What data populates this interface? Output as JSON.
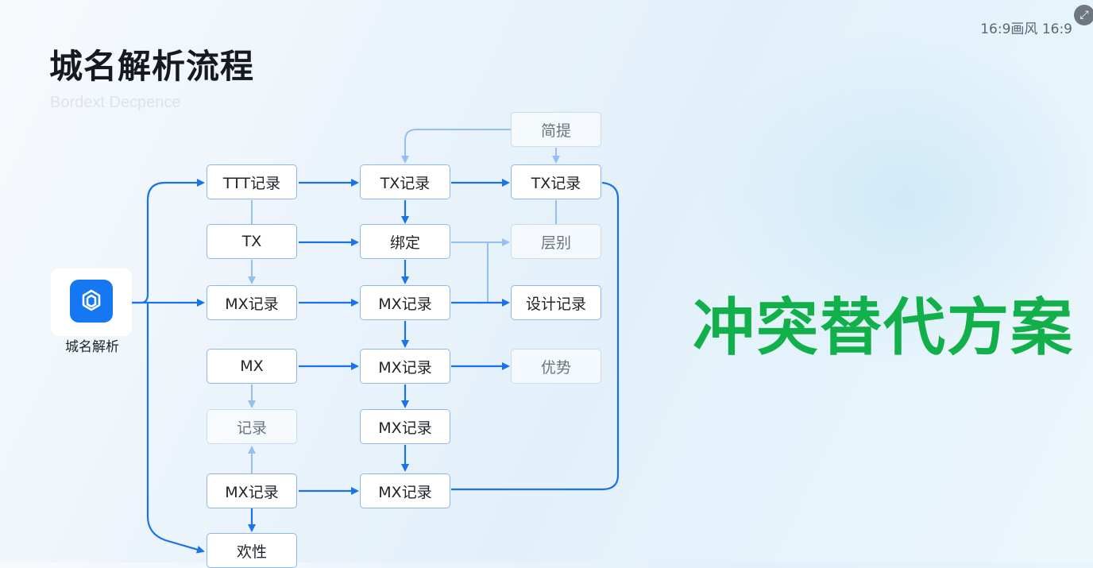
{
  "header": {
    "title": "城名解析流程",
    "subtitle": "Bordext Decpence",
    "ratio_label": "16:9画风  16:9",
    "corner_icon": "expand-icon"
  },
  "app": {
    "label": "城名解析",
    "icon": "openai-knot-icon",
    "icon_color": "#1677f2"
  },
  "headline": {
    "text": "冲突替代方案",
    "color": "#12b04a"
  },
  "colors": {
    "edge_strong": "#1a73e8",
    "edge_faint": "#94c0ef",
    "node_border": "#8fb6e8"
  },
  "nodes": {
    "ttt_record": "TTT记录",
    "tx": "TX",
    "mx_record_1": "MX记录",
    "mx": "MX",
    "record": "记录",
    "mx_record_2": "MX记录",
    "huanxing": "欢性",
    "tx_record_1": "TX记录",
    "bangding": "绑定",
    "mx_record_3": "MX记录",
    "mx_record_4": "MX记录",
    "mx_record_5": "MX记录",
    "mx_record_6": "MX记录",
    "jianti": "简提",
    "tx_record_2": "TX记录",
    "cengbie": "层别",
    "sheji_record": "设计记录",
    "youshi": "优势"
  }
}
